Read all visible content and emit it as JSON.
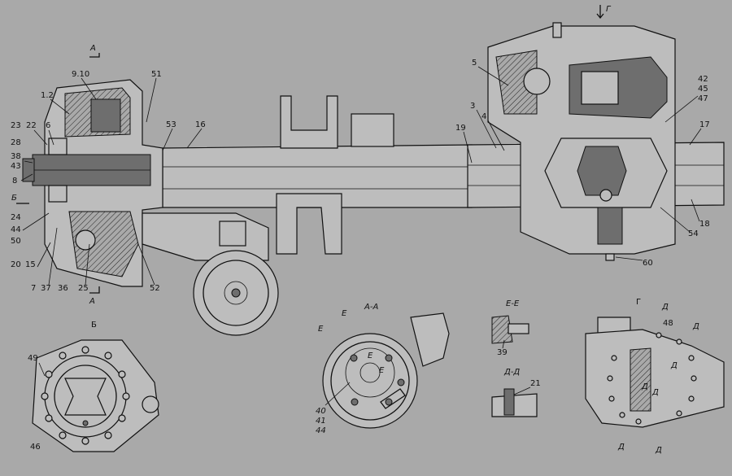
{
  "section_titles": {
    "aa": "А-А",
    "ee": "Е-Е",
    "dd": "Д-Д",
    "b": "Б",
    "g": "Г"
  },
  "cut_markers": {
    "a_top": "А",
    "a_bottom": "А",
    "b_left": "Б",
    "g_top": "Г",
    "e1": "Е",
    "e2": "Е",
    "e3": "Е",
    "e4": "Е",
    "d1": "Д",
    "d2": "Д",
    "d3": "Д",
    "d4": "Д",
    "d5": "Д",
    "d6": "Д",
    "d7": "Д"
  },
  "callouts": {
    "c_1_2": "1.2",
    "c_9_10": "9.10",
    "c_51": "51",
    "c_53": "53",
    "c_16": "16",
    "c_23": "23",
    "c_22": "22",
    "c_6": "6",
    "c_28": "28",
    "c_38": "38",
    "c_43": "43",
    "c_8": "8",
    "c_24": "24",
    "c_44": "44",
    "c_50": "50",
    "c_20": "20",
    "c_15": "15",
    "c_7": "7",
    "c_37": "37",
    "c_36": "36",
    "c_25": "25",
    "c_52": "52",
    "c_5": "5",
    "c_3": "3",
    "c_4": "4",
    "c_19": "19",
    "c_42": "42",
    "c_45": "45",
    "c_47": "47",
    "c_17": "17",
    "c_18": "18",
    "c_54": "54",
    "c_60": "60",
    "c_49": "49",
    "c_46": "46",
    "c_40": "40",
    "c_41": "41",
    "c_44b": "44",
    "c_39": "39",
    "c_21": "21",
    "c_48": "48"
  }
}
